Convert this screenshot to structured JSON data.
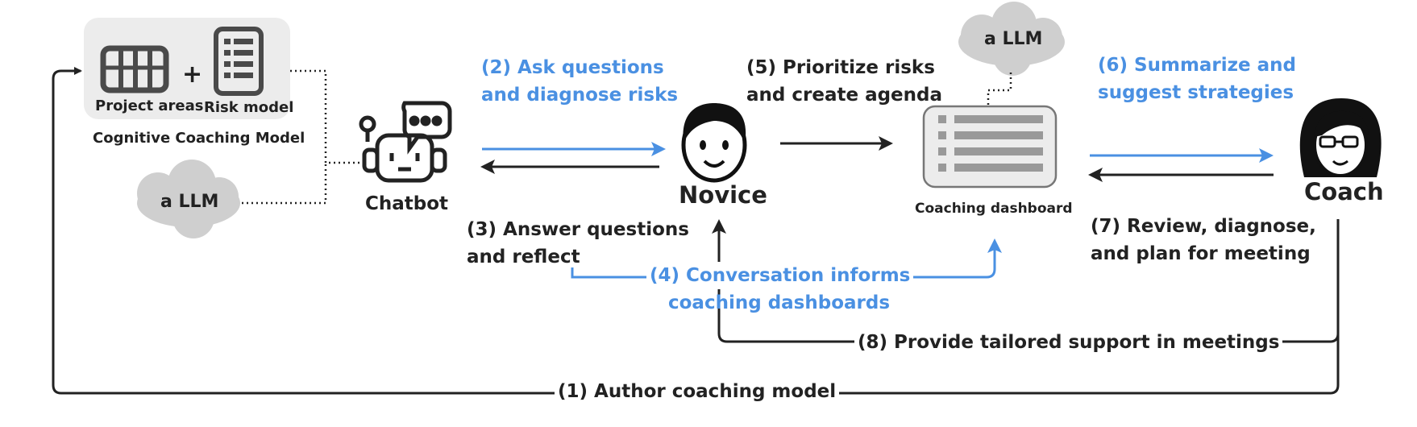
{
  "model_box": {
    "project_areas": "Project areas",
    "risk_model": "Risk model",
    "plus": "+",
    "caption": "Cognitive Coaching Model"
  },
  "llm_label": "a LLM",
  "actors": {
    "chatbot": "Chatbot",
    "novice": "Novice",
    "dashboard": "Coaching dashboard",
    "coach": "Coach"
  },
  "steps": {
    "s1": "(1) Author coaching model",
    "s2_line1": "(2) Ask questions",
    "s2_line2": "and diagnose risks",
    "s3_line1": "(3) Answer questions",
    "s3_line2": "and reflect",
    "s4_line1": "(4) Conversation informs",
    "s4_line2": "coaching dashboards",
    "s5_line1": "(5) Prioritize risks",
    "s5_line2": "and create agenda",
    "s6_line1": "(6) Summarize and",
    "s6_line2": "suggest strategies",
    "s7_line1": "(7) Review, diagnose,",
    "s7_line2": "and plan for meeting",
    "s8": "(8) Provide tailored support in meetings"
  },
  "colors": {
    "accent_blue": "#4a90e2",
    "dark": "#222222",
    "cloud_gray": "#cfcfcf",
    "box_gray": "#ececec"
  }
}
